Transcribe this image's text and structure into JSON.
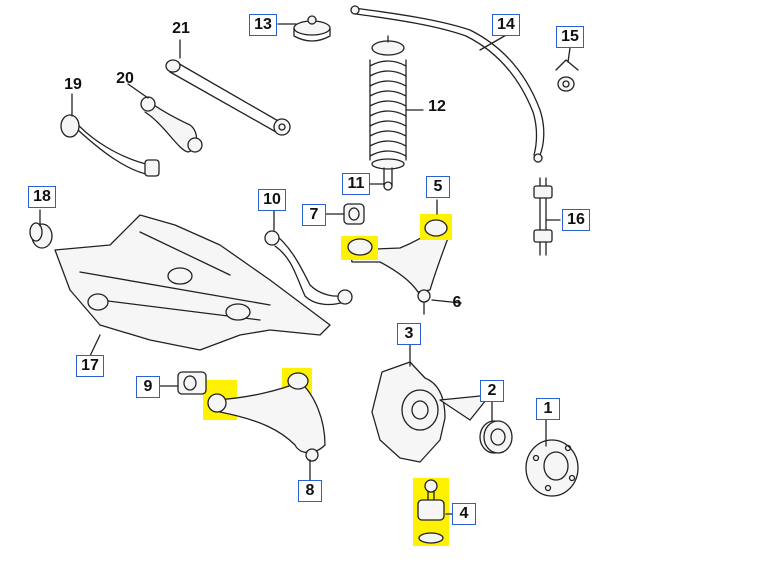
{
  "colors": {
    "line": "#222222",
    "part": "#f6f6f6",
    "highlight": "#fff200",
    "callout_border": "#2b5fd6"
  },
  "callouts": [
    {
      "id": "1",
      "label": "1"
    },
    {
      "id": "2",
      "label": "2"
    },
    {
      "id": "3",
      "label": "3"
    },
    {
      "id": "4",
      "label": "4"
    },
    {
      "id": "5",
      "label": "5"
    },
    {
      "id": "6",
      "label": "6"
    },
    {
      "id": "7",
      "label": "7"
    },
    {
      "id": "8",
      "label": "8"
    },
    {
      "id": "9",
      "label": "9"
    },
    {
      "id": "10",
      "label": "10"
    },
    {
      "id": "11",
      "label": "11"
    },
    {
      "id": "12",
      "label": "12"
    },
    {
      "id": "13",
      "label": "13"
    },
    {
      "id": "14",
      "label": "14"
    },
    {
      "id": "15",
      "label": "15"
    },
    {
      "id": "16",
      "label": "16"
    },
    {
      "id": "17",
      "label": "17"
    },
    {
      "id": "18",
      "label": "18"
    },
    {
      "id": "19",
      "label": "19"
    },
    {
      "id": "20",
      "label": "20"
    },
    {
      "id": "21",
      "label": "21"
    }
  ],
  "highlighted_parts": [
    "5",
    "8",
    "4"
  ]
}
